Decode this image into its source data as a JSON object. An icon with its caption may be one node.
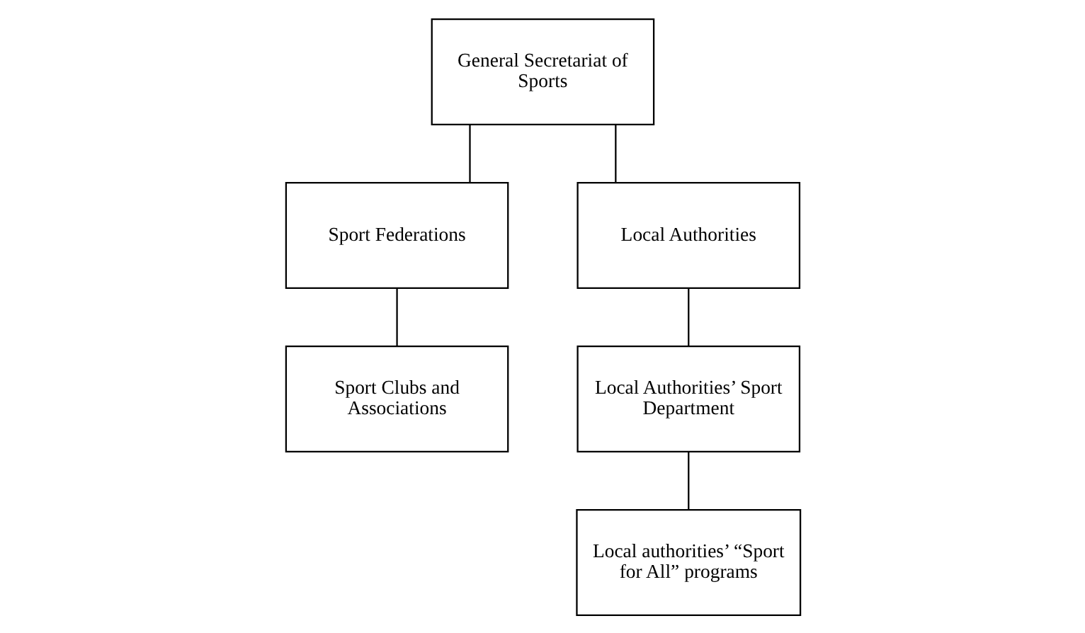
{
  "diagram": {
    "nodes": [
      {
        "text": [
          "General Secretariat of Sports"
        ]
      },
      {
        "text": [
          "Sport Federations"
        ]
      },
      {
        "text": [
          "Sport Clubs and Associations"
        ]
      },
      {
        "text": [
          "Local Authorities"
        ]
      },
      {
        "text": [
          "Local Authorities’ Sport Department"
        ]
      },
      {
        "text": [
          "Local authorities’ “Sport for All” programs"
        ]
      }
    ],
    "edges": [
      {
        "from": 0,
        "to": 1,
        "arrow": "none"
      },
      {
        "from": 1,
        "to": 2,
        "arrow": "none"
      },
      {
        "from": 0,
        "to": 3,
        "arrow": "none"
      },
      {
        "from": 3,
        "to": 4,
        "arrow": "none"
      },
      {
        "from": 4,
        "to": 5,
        "arrow": "none"
      }
    ]
  }
}
